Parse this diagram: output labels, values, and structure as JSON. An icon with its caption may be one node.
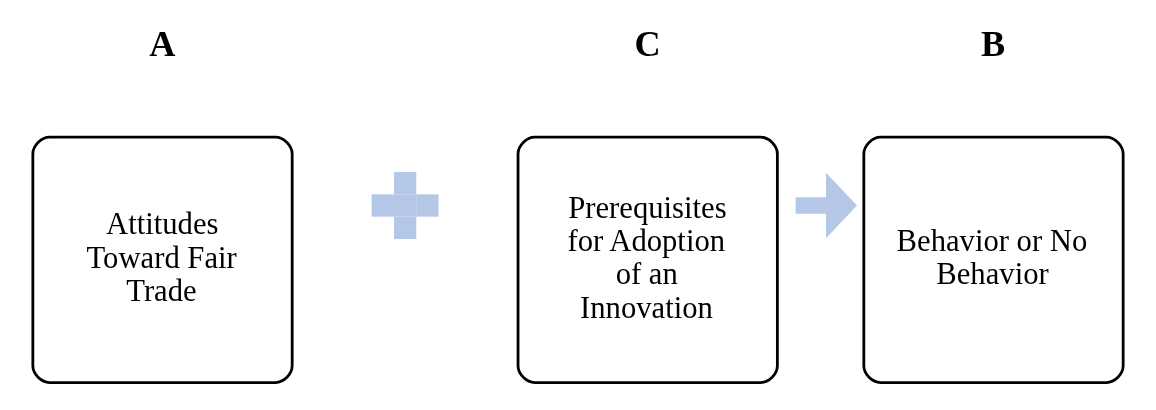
{
  "diagram": {
    "nodes": [
      {
        "text": [
          "A",
          "Attitudes Toward Fair Trade"
        ]
      },
      {
        "text": [],
        "shape": "plus"
      },
      {
        "text": [
          "C",
          "Prerequisites for Adoption of an Innovation"
        ]
      },
      {
        "text": [
          "B",
          "Behavior or No Behavior"
        ]
      }
    ],
    "edges": [
      {
        "from": 2,
        "to": 3,
        "arrow": "to",
        "color": "#b4c7e7"
      }
    ]
  }
}
